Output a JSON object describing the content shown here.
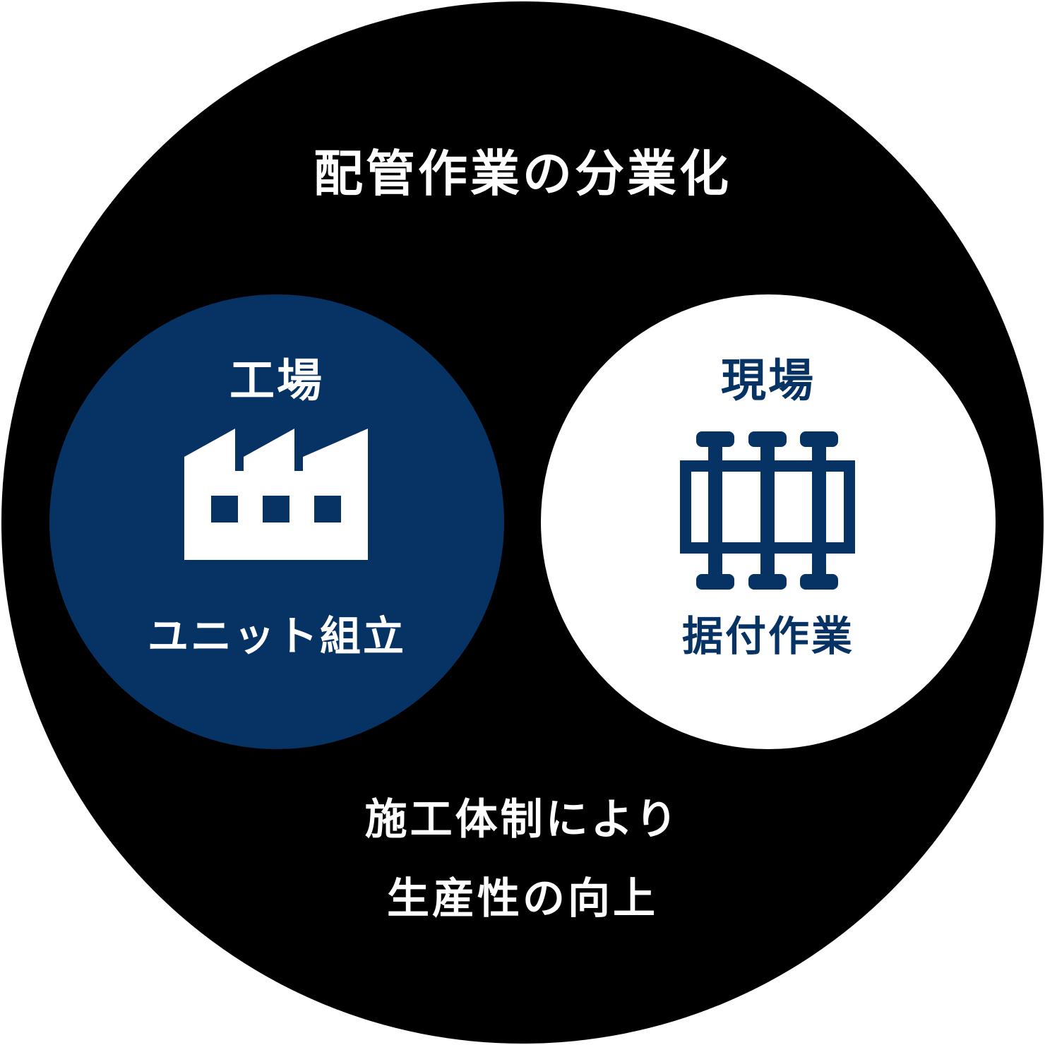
{
  "diagram": {
    "title": "配管作業の分業化",
    "factory": {
      "heading": "工場",
      "caption": "ユニット組立",
      "icon": "factory-icon",
      "fill_color": "#063264"
    },
    "site": {
      "heading": "現場",
      "caption": "据付作業",
      "icon": "pipe-rack-icon",
      "fill_color": "#ffffff",
      "accent_color": "#063264"
    },
    "conclusion": {
      "line1": "施工体制により",
      "line2": "生産性の向上"
    },
    "outer_color": "#000000"
  }
}
